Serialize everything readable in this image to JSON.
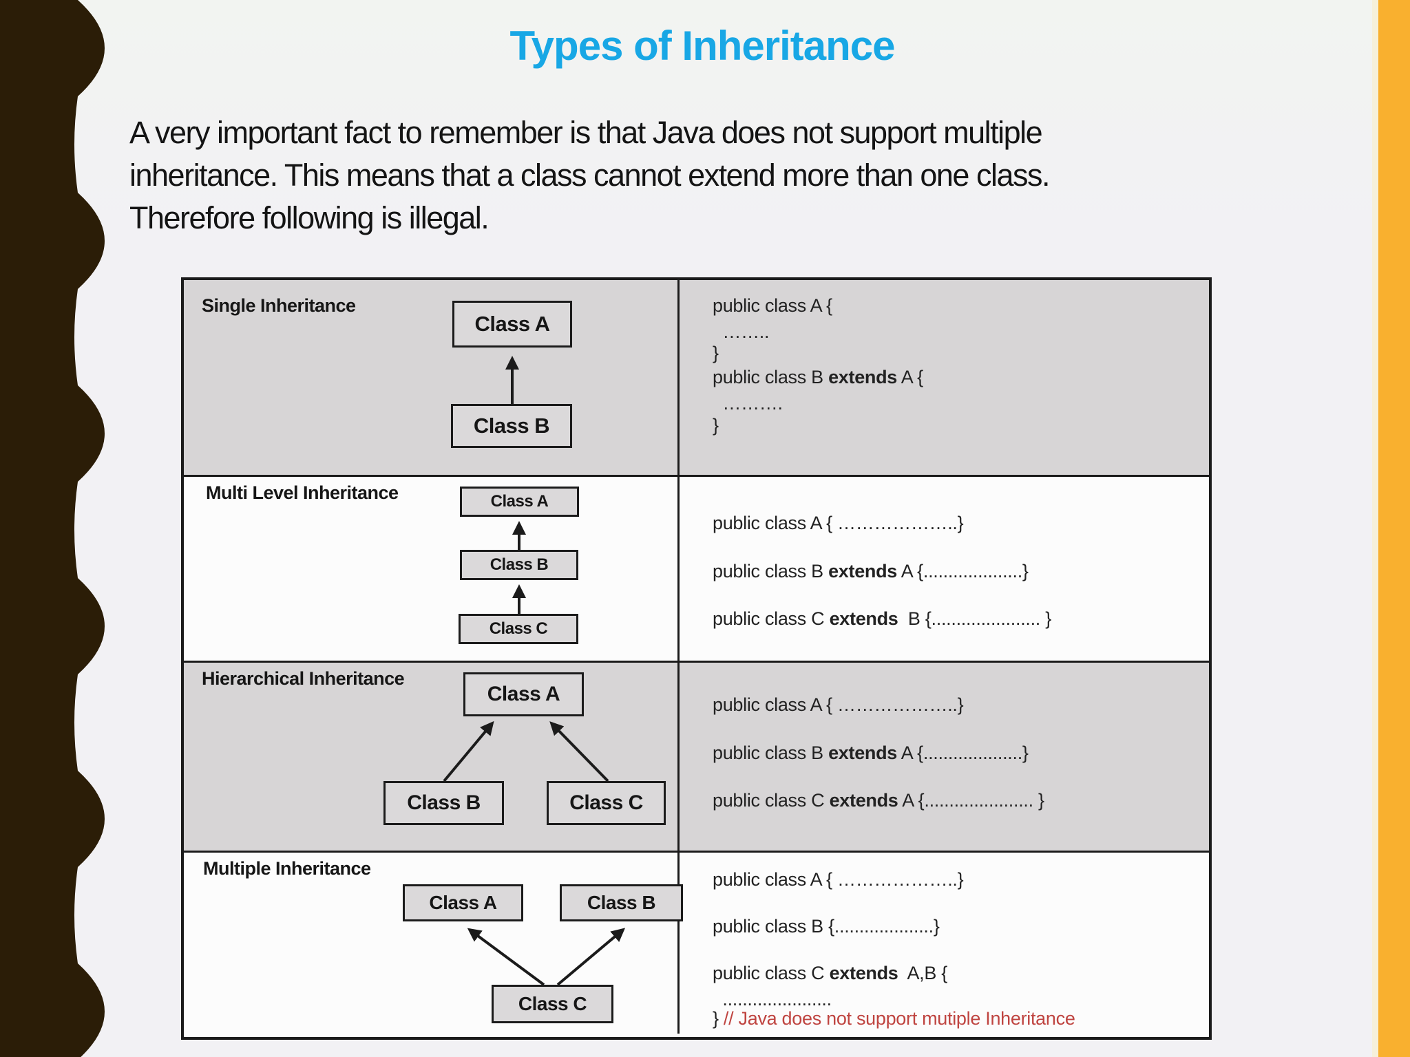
{
  "slide": {
    "title": "Types of Inheritance",
    "intro_lines": [
      "A very important fact to remember is that Java does not support multiple",
      "inheritance. This means that a class cannot extend more than one class.",
      "Therefore following is illegal."
    ]
  },
  "table": {
    "rows": [
      {
        "label": "Single Inheritance",
        "nodes": [
          "Class A",
          "Class B"
        ],
        "code": [
          {
            "pre": "public class A {"
          },
          {
            "pre": "  …….."
          },
          {
            "pre": "}"
          },
          {
            "pre": "public class B ",
            "bold": "extends",
            "post": " A {"
          },
          {
            "pre": "  ………."
          },
          {
            "pre": "}"
          }
        ]
      },
      {
        "label": "Multi Level Inheritance",
        "nodes": [
          "Class A",
          "Class B",
          "Class C"
        ],
        "code": [
          {
            "pre": "public class A { ………………..}"
          },
          {
            "pre": "public class B ",
            "bold": "extends",
            "post": " A {....................}"
          },
          {
            "pre": "public class C ",
            "bold": "extends",
            "post": "  B {...................... }"
          }
        ]
      },
      {
        "label": "Hierarchical Inheritance",
        "nodes": [
          "Class A",
          "Class B",
          "Class C"
        ],
        "code": [
          {
            "pre": "public class A { ………………..}"
          },
          {
            "pre": "public class B ",
            "bold": "extends",
            "post": " A {....................}"
          },
          {
            "pre": "public class C ",
            "bold": "extends",
            "post": " A {...................... }"
          }
        ]
      },
      {
        "label": "Multiple Inheritance",
        "nodes": [
          "Class A",
          "Class B",
          "Class C"
        ],
        "code": [
          {
            "pre": "public class A { ………………..}"
          },
          {
            "pre": "public class B {....................}"
          },
          {
            "pre": "public class C ",
            "bold": "extends",
            "post": "  A,B {"
          },
          {
            "pre": "  ......................"
          },
          {
            "pre": "} ",
            "comment": "// Java does not support mutiple Inheritance"
          }
        ]
      }
    ]
  },
  "colors": {
    "title_accent": "#18a7e5",
    "comment_red": "#bf4440",
    "left_border_brown": "#2b1d07",
    "right_strip_orange": "#f9b02f",
    "row_gray": "#d7d5d6",
    "row_white": "#fcfcfc"
  }
}
